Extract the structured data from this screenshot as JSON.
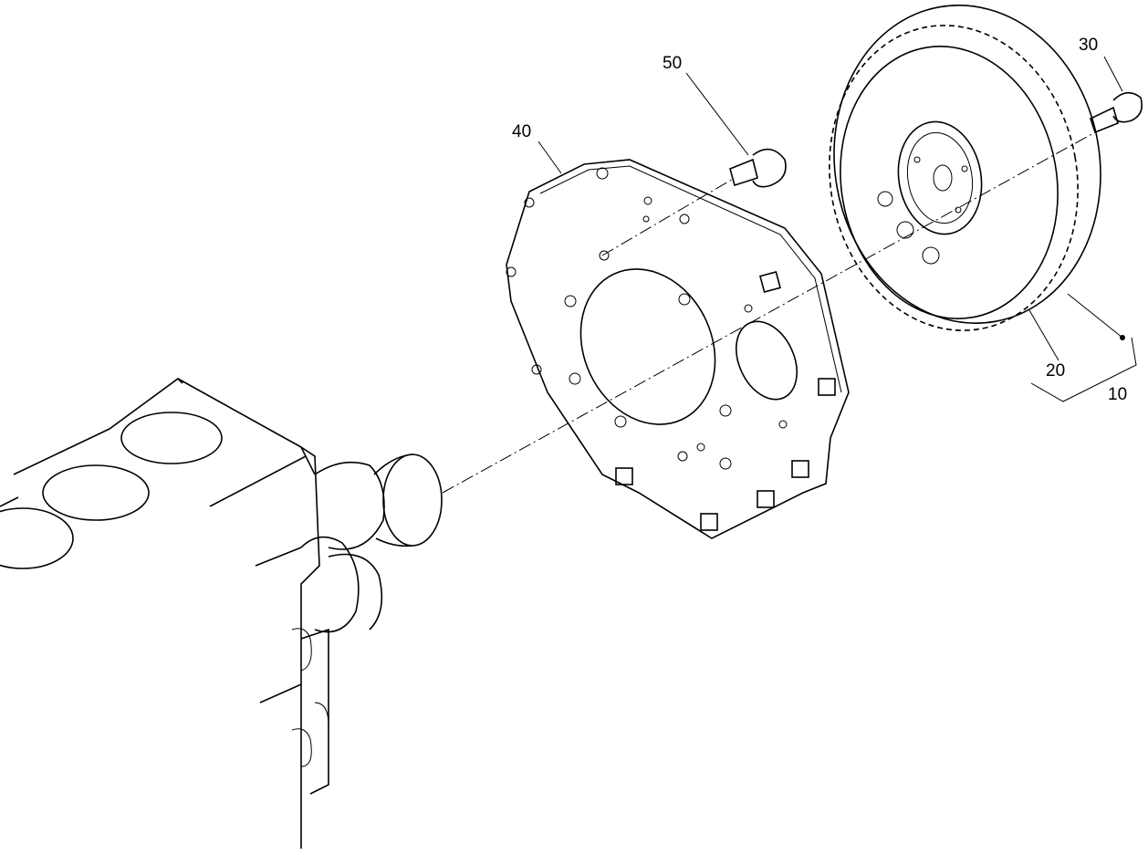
{
  "diagram": {
    "callouts": [
      {
        "id": "callout-50",
        "text": "50",
        "part": "plate-bolt"
      },
      {
        "id": "callout-40",
        "text": "40",
        "part": "flywheel-housing-plate"
      },
      {
        "id": "callout-30",
        "text": "30",
        "part": "flywheel-bolt"
      },
      {
        "id": "callout-20",
        "text": "20",
        "part": "ring-gear"
      },
      {
        "id": "callout-10",
        "text": "10",
        "part": "flywheel-assembly"
      }
    ],
    "line_color": "#000000",
    "background_color": "#ffffff"
  }
}
